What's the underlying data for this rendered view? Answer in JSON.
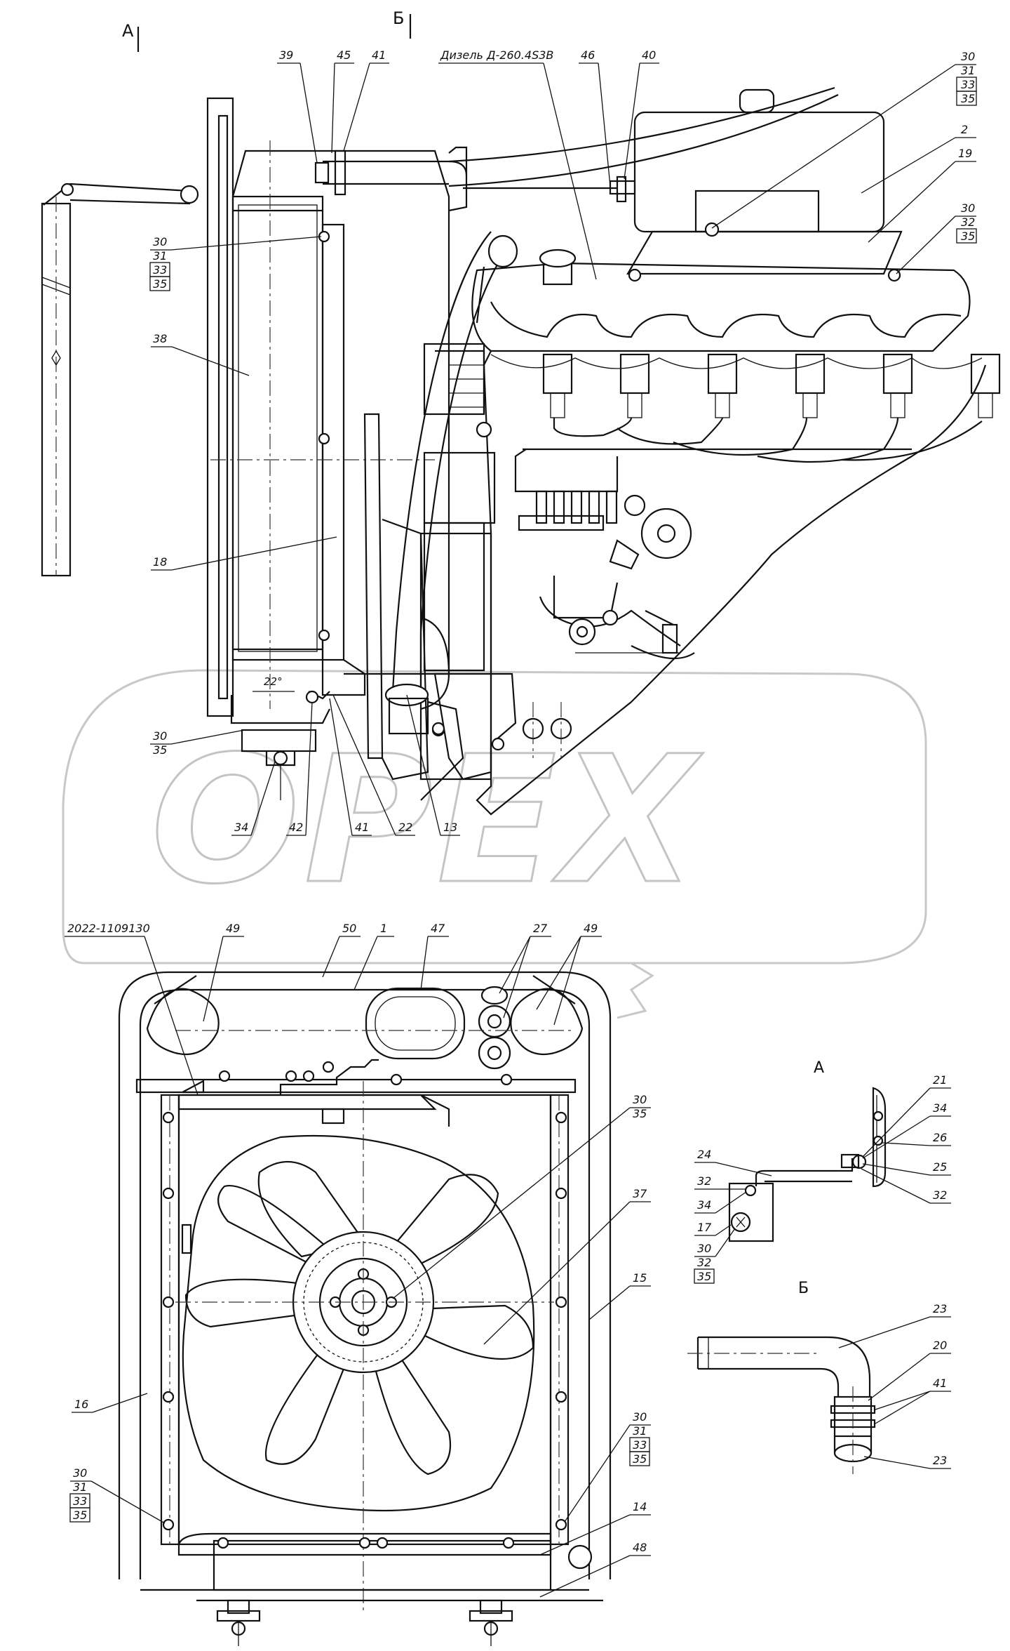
{
  "view_labels": {
    "a_top": "А",
    "b_top": "Б",
    "a_detail": "А",
    "b_detail": "Б"
  },
  "engine_label": "Дизель Д-260.4S3В",
  "part_number": "2022-1109130",
  "watermark": "OPEX",
  "angle_label": "22°",
  "callouts_top": {
    "c39": "39",
    "c45": "45",
    "c41a": "41",
    "c46": "46",
    "c40": "40",
    "c2": "2",
    "c19": "19",
    "c38": "38",
    "c18": "18",
    "c34": "34",
    "c42": "42",
    "c41b": "41",
    "c22": "22",
    "c13": "13"
  },
  "stacks_top": {
    "s1": [
      "30",
      "31",
      "33",
      "35"
    ],
    "s2": [
      "30",
      "32",
      "35"
    ],
    "s3": [
      "30",
      "31",
      "33",
      "35"
    ],
    "s4": [
      "30",
      "35"
    ]
  },
  "callouts_front": {
    "c49a": "49",
    "c50": "50",
    "c1": "1",
    "c47": "47",
    "c27": "27",
    "c49b": "49",
    "c37": "37",
    "c15": "15",
    "c16": "16",
    "c14": "14",
    "c48": "48"
  },
  "stacks_front": {
    "s1": [
      "30",
      "35"
    ],
    "s2": [
      "30",
      "31",
      "33",
      "35"
    ],
    "s3": [
      "30",
      "31",
      "33",
      "35"
    ]
  },
  "callouts_a": {
    "c21": "21",
    "c34a": "34",
    "c26": "26",
    "c25": "25",
    "c32a": "32",
    "c24": "24",
    "c32b": "32",
    "c34b": "34",
    "c17": "17"
  },
  "stacks_a": {
    "s1": [
      "30",
      "32",
      "35"
    ]
  },
  "callouts_b": {
    "c23a": "23",
    "c20": "20",
    "c41": "41",
    "c23b": "23"
  }
}
